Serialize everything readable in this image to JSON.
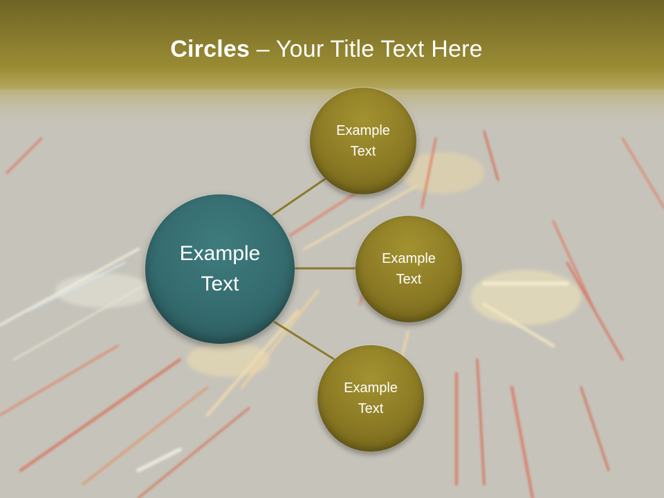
{
  "slide": {
    "title_bold": "Circles",
    "title_rest": " – Your Title Text Here"
  },
  "diagram": {
    "center_label": [
      "Example",
      "Text"
    ],
    "satellites": [
      {
        "label": [
          "Example",
          "Text"
        ]
      },
      {
        "label": [
          "Example",
          "Text"
        ]
      },
      {
        "label": [
          "Example",
          "Text"
        ]
      }
    ]
  },
  "colors": {
    "header": "#8a7d2a",
    "center_circle": "#346b6e",
    "satellite_circle": "#8b7a24",
    "connector": "#8a7a2c",
    "background": "#c9c7c0"
  }
}
